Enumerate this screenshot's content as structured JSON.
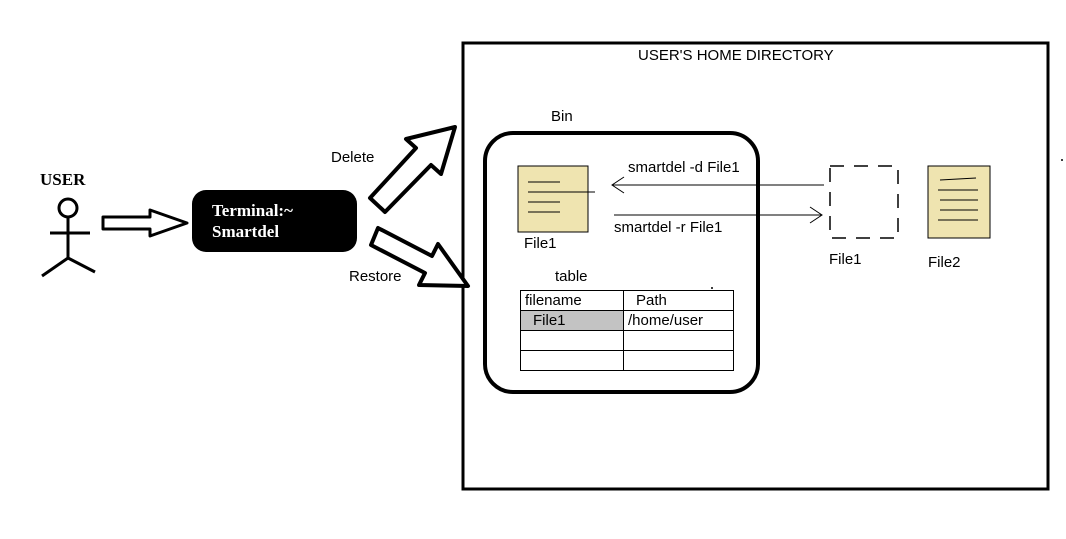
{
  "diagram": {
    "home_title": "USER'S HOME DIRECTORY",
    "user_label": "USER",
    "terminal": {
      "line1": "Terminal:~",
      "line2": "Smartdel"
    },
    "delete_label": "Delete",
    "restore_label": "Restore",
    "bin_label": "Bin",
    "bin_file_label": "File1",
    "cmd_delete": "smartdel -d File1",
    "cmd_restore": "smartdel -r File1",
    "ghost_file_label": "File1",
    "file2_label": "File2",
    "table_label": "table",
    "table": {
      "headers": [
        "filename",
        "Path"
      ],
      "rows": [
        [
          "File1",
          "/home/user"
        ],
        [
          "",
          ""
        ],
        [
          "",
          ""
        ]
      ]
    },
    "colors": {
      "file_fill": "#efe4b0",
      "highlight": "#c3c3c3"
    }
  }
}
